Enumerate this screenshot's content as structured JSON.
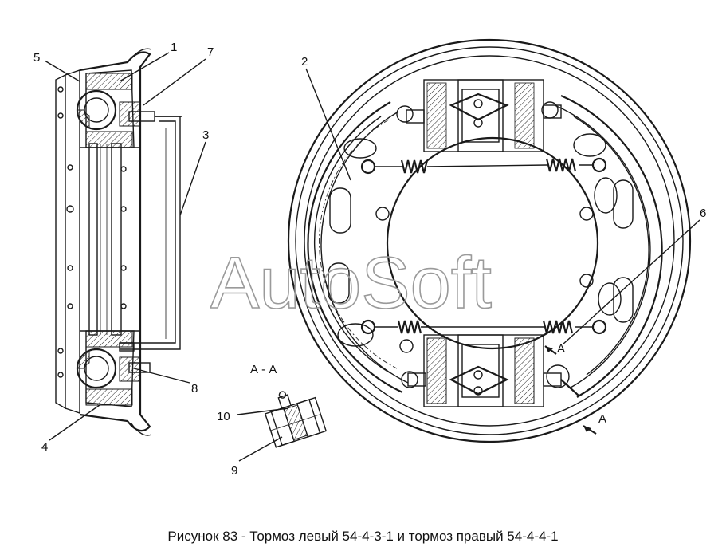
{
  "callouts": {
    "c1": "1",
    "c2": "2",
    "c3": "3",
    "c4": "4",
    "c5": "5",
    "c6": "6",
    "c7": "7",
    "c8": "8",
    "c9": "9",
    "c10": "10"
  },
  "section": {
    "title": "А - А",
    "mark_upper": "А",
    "mark_lower": "А"
  },
  "watermark": "AutoSoft",
  "caption": "Рисунок 83 - Тормоз левый 54-4-3-1 и тормоз правый 54-4-4-1"
}
